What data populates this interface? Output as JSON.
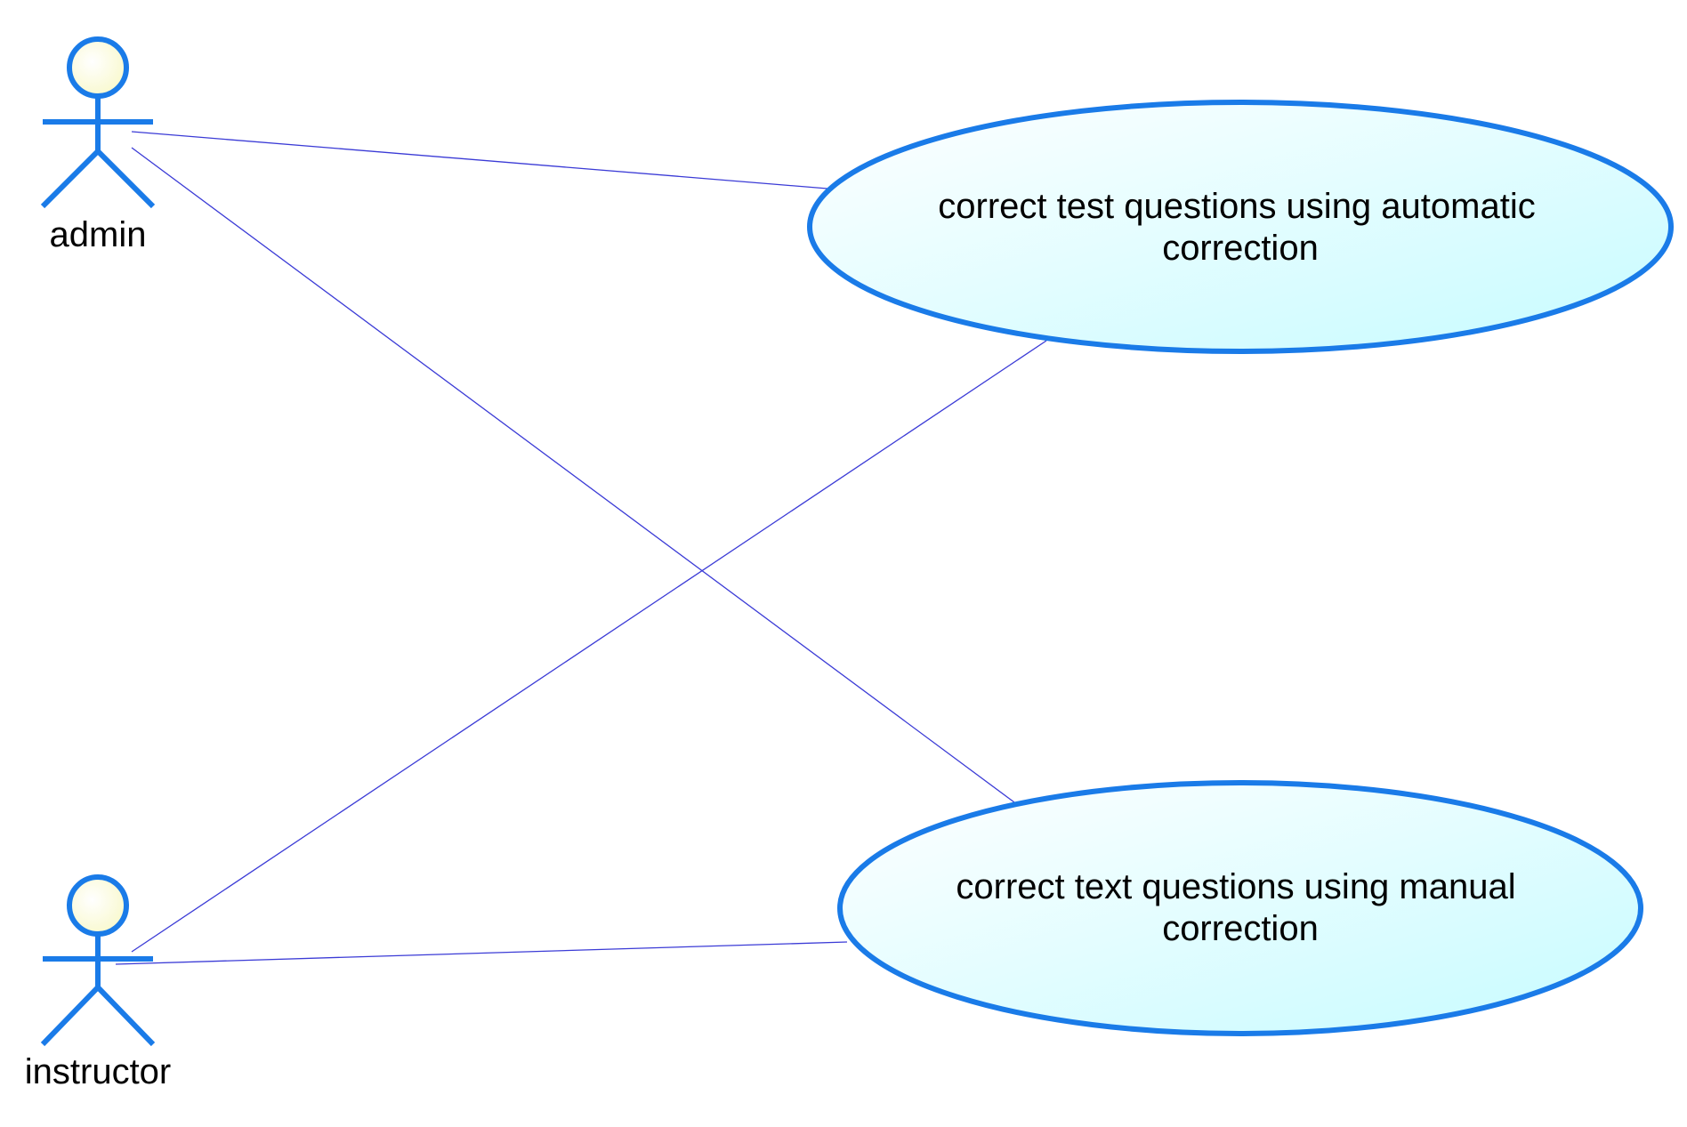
{
  "actors": [
    {
      "id": "admin",
      "label": "admin"
    },
    {
      "id": "instructor",
      "label": "instructor"
    }
  ],
  "use_cases": [
    {
      "id": "automatic-correction",
      "lines": [
        "correct test questions using automatic",
        "correction"
      ]
    },
    {
      "id": "manual-correction",
      "lines": [
        "correct text questions using manual",
        "correction"
      ]
    }
  ],
  "associations": [
    {
      "actor": "admin",
      "use_case": "automatic-correction"
    },
    {
      "actor": "admin",
      "use_case": "manual-correction"
    },
    {
      "actor": "instructor",
      "use_case": "automatic-correction"
    },
    {
      "actor": "instructor",
      "use_case": "manual-correction"
    }
  ],
  "colors": {
    "outline": "#1a7be8",
    "association_line": "#3b3bd6",
    "actor_head_fill": "#ffffd0",
    "use_case_fill": "#ccffff"
  }
}
